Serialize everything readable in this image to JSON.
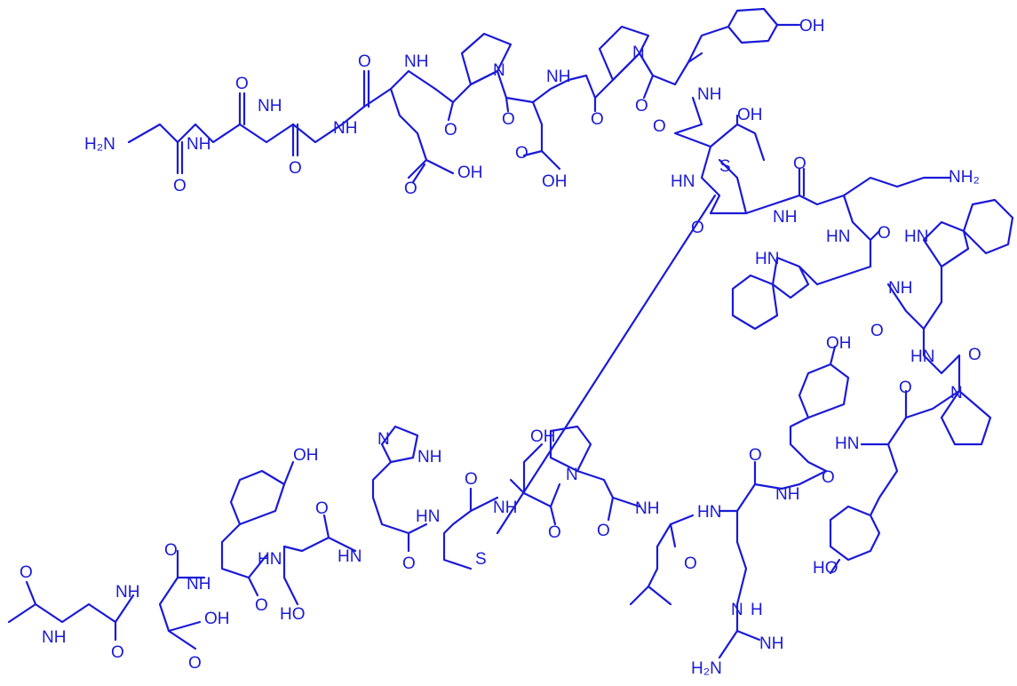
{
  "colors": {
    "ink": "#1a1ad6",
    "background": "#ffffff"
  },
  "atom_labels": {
    "h2n_top": "H₂N",
    "nh2_lys": "NH₂",
    "h2n_arg": "H₂N",
    "nh": "NH",
    "hn": "HN",
    "n": "N",
    "h": "H",
    "o": "O",
    "oh": "OH",
    "ho": "HO",
    "s": "S",
    "n_ring": "N"
  }
}
